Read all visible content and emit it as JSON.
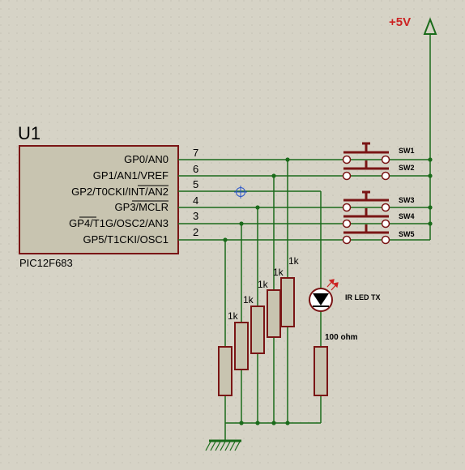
{
  "chip": {
    "ref": "U1",
    "part": "PIC12F683",
    "pins": [
      {
        "name": "GP0/AN0",
        "number": "7"
      },
      {
        "name": "GP1/AN1/VREF",
        "number": "6"
      },
      {
        "name": "GP2/T0CKI/INT/AN2",
        "number": "5"
      },
      {
        "name": "GP3/MCLR",
        "number": "4"
      },
      {
        "name": "GP4/T1G/OSC2/AN3",
        "number": "3"
      },
      {
        "name": "GP5/T1CKI/OSC1",
        "number": "2"
      }
    ]
  },
  "power": {
    "label": "+5V"
  },
  "switches": [
    {
      "label": "SW1"
    },
    {
      "label": "SW2"
    },
    {
      "label": "SW3"
    },
    {
      "label": "SW4"
    },
    {
      "label": "SW5"
    }
  ],
  "resistors": [
    {
      "value": "1k"
    },
    {
      "value": "1k"
    },
    {
      "value": "1k"
    },
    {
      "value": "1k"
    },
    {
      "value": "1k"
    },
    {
      "value": "100 ohm"
    }
  ],
  "led": {
    "label": "IR LED TX"
  },
  "colors": {
    "background": "#d6d3c6",
    "wire": "#1a6b1a",
    "component": "#7a1515",
    "chip_fill": "#c8c4b0",
    "power_label": "#cc2222",
    "pin_text": "#000000"
  }
}
